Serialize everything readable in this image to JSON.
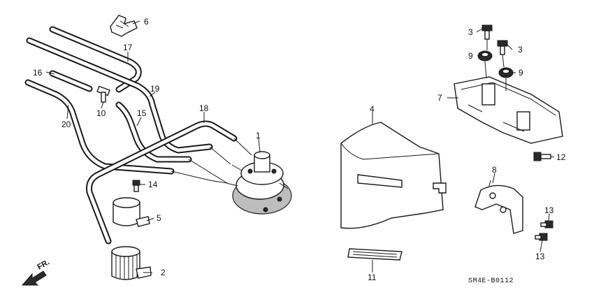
{
  "diagram": {
    "code": "SM4E-B0112",
    "direction_label": "FR.",
    "callouts": [
      {
        "id": "c1",
        "text": "1"
      },
      {
        "id": "c2",
        "text": "2"
      },
      {
        "id": "c3a",
        "text": "3"
      },
      {
        "id": "c3b",
        "text": "3"
      },
      {
        "id": "c4",
        "text": "4"
      },
      {
        "id": "c5",
        "text": "5"
      },
      {
        "id": "c6",
        "text": "6"
      },
      {
        "id": "c7",
        "text": "7"
      },
      {
        "id": "c8",
        "text": "8"
      },
      {
        "id": "c9a",
        "text": "9"
      },
      {
        "id": "c9b",
        "text": "9"
      },
      {
        "id": "c10",
        "text": "10"
      },
      {
        "id": "c11",
        "text": "11"
      },
      {
        "id": "c12",
        "text": "12"
      },
      {
        "id": "c13a",
        "text": "13"
      },
      {
        "id": "c13b",
        "text": "13"
      },
      {
        "id": "c14",
        "text": "14"
      },
      {
        "id": "c15",
        "text": "15"
      },
      {
        "id": "c16",
        "text": "16"
      },
      {
        "id": "c17",
        "text": "17"
      },
      {
        "id": "c18",
        "text": "18"
      },
      {
        "id": "c19",
        "text": "19"
      },
      {
        "id": "c20",
        "text": "20"
      }
    ]
  }
}
